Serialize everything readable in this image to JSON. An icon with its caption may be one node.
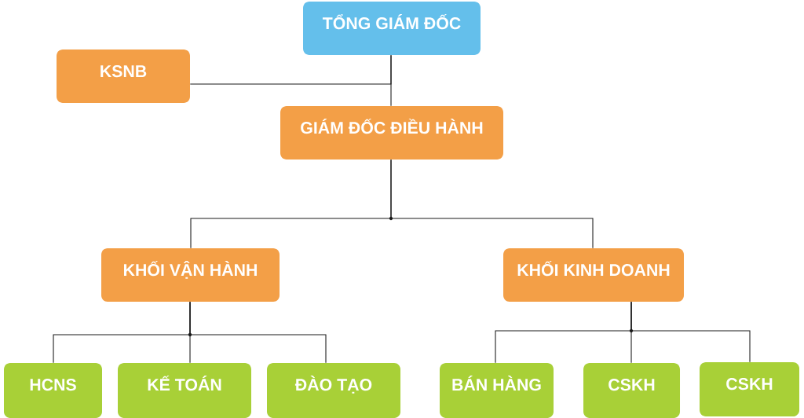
{
  "diagram": {
    "nodes": [
      {
        "text": [
          "TỔNG GIÁM ĐỐC"
        ]
      },
      {
        "text": [
          "KSNB"
        ]
      },
      {
        "text": [
          "GIÁM ĐỐC ĐIỀU HÀNH"
        ]
      },
      {
        "text": [
          "KHỐI VẬN HÀNH"
        ]
      },
      {
        "text": [
          "KHỐI KINH DOANH"
        ]
      },
      {
        "text": [
          "HCNS"
        ]
      },
      {
        "text": [
          "KẾ TOÁN"
        ]
      },
      {
        "text": [
          "ĐÀO TẠO"
        ]
      },
      {
        "text": [
          "BÁN HÀNG"
        ]
      },
      {
        "text": [
          "CSKH"
        ]
      },
      {
        "text": [
          "CSKH"
        ]
      }
    ],
    "edges": [
      {
        "from": 0,
        "to": 1,
        "arrow": "none"
      },
      {
        "from": 0,
        "to": 2,
        "arrow": "none"
      },
      {
        "from": 2,
        "to": 3,
        "arrow": "none"
      },
      {
        "from": 2,
        "to": 4,
        "arrow": "none"
      },
      {
        "from": 3,
        "to": 5,
        "arrow": "none"
      },
      {
        "from": 3,
        "to": 6,
        "arrow": "none"
      },
      {
        "from": 3,
        "to": 7,
        "arrow": "none"
      },
      {
        "from": 4,
        "to": 8,
        "arrow": "none"
      },
      {
        "from": 4,
        "to": 9,
        "arrow": "none"
      },
      {
        "from": 4,
        "to": 10,
        "arrow": "none"
      }
    ]
  }
}
